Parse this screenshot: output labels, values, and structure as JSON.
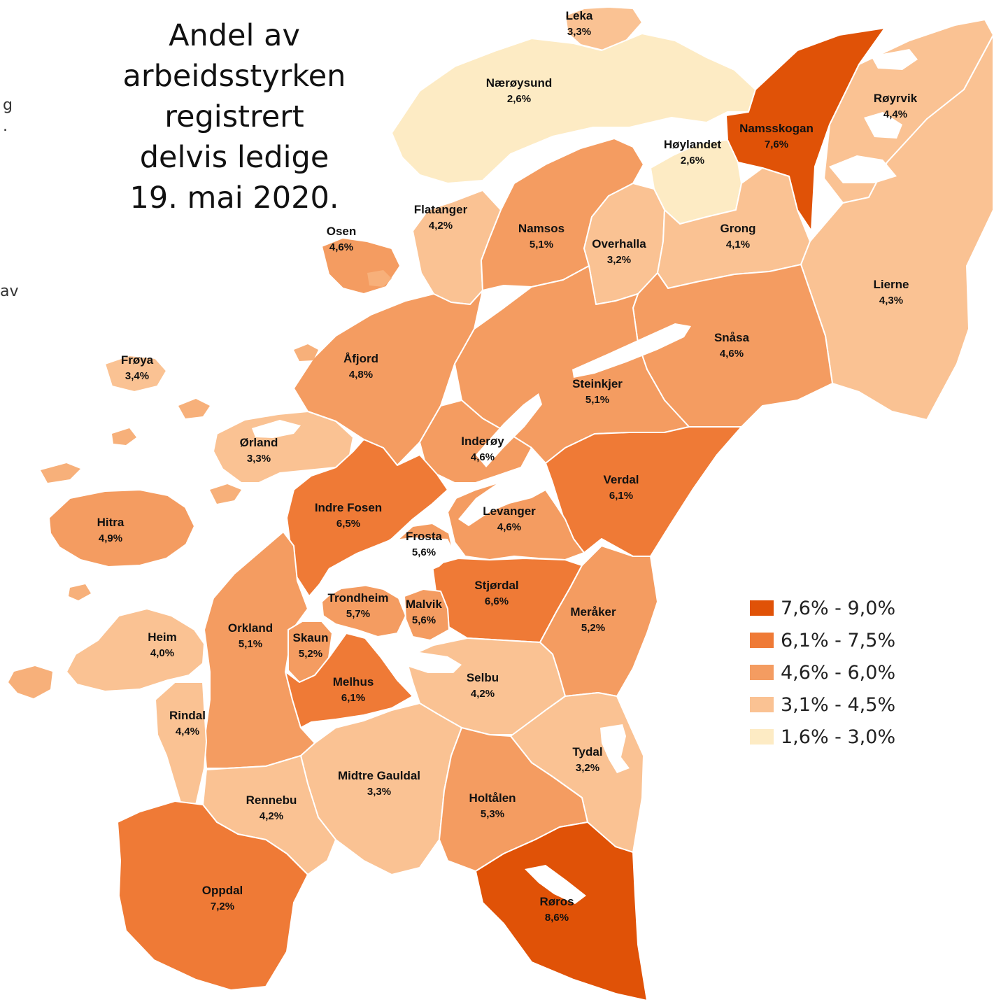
{
  "title_lines": [
    "Andel av",
    "arbeidsstyrken",
    "registrert",
    "delvis ledige",
    "19. mai 2020."
  ],
  "edge_fragments": [
    "g",
    ".",
    "av"
  ],
  "legend": [
    {
      "label": "7,6% - 9,0%",
      "color": "#e05207"
    },
    {
      "label": "6,1% - 7,5%",
      "color": "#ef7a36"
    },
    {
      "label": "4,6% - 6,0%",
      "color": "#f49c61"
    },
    {
      "label": "3,1% - 4,5%",
      "color": "#fac293"
    },
    {
      "label": "1,6% - 3,0%",
      "color": "#fdebc4"
    }
  ],
  "municipalities": [
    {
      "name": "Leka",
      "value": "3,3%"
    },
    {
      "name": "Nærøysund",
      "value": "2,6%"
    },
    {
      "name": "Røyrvik",
      "value": "4,4%"
    },
    {
      "name": "Namsskogan",
      "value": "7,6%"
    },
    {
      "name": "Høylandet",
      "value": "2,6%"
    },
    {
      "name": "Flatanger",
      "value": "4,2%"
    },
    {
      "name": "Osen",
      "value": "4,6%"
    },
    {
      "name": "Namsos",
      "value": "5,1%"
    },
    {
      "name": "Overhalla",
      "value": "3,2%"
    },
    {
      "name": "Grong",
      "value": "4,1%"
    },
    {
      "name": "Lierne",
      "value": "4,3%"
    },
    {
      "name": "Snåsa",
      "value": "4,6%"
    },
    {
      "name": "Åfjord",
      "value": "4,8%"
    },
    {
      "name": "Frøya",
      "value": "3,4%"
    },
    {
      "name": "Steinkjer",
      "value": "5,1%"
    },
    {
      "name": "Ørland",
      "value": "3,3%"
    },
    {
      "name": "Inderøy",
      "value": "4,6%"
    },
    {
      "name": "Verdal",
      "value": "6,1%"
    },
    {
      "name": "Indre Fosen",
      "value": "6,5%"
    },
    {
      "name": "Levanger",
      "value": "4,6%"
    },
    {
      "name": "Hitra",
      "value": "4,9%"
    },
    {
      "name": "Frosta",
      "value": "5,6%"
    },
    {
      "name": "Stjørdal",
      "value": "6,6%"
    },
    {
      "name": "Trondheim",
      "value": "5,7%"
    },
    {
      "name": "Malvik",
      "value": "5,6%"
    },
    {
      "name": "Meråker",
      "value": "5,2%"
    },
    {
      "name": "Orkland",
      "value": "5,1%"
    },
    {
      "name": "Heim",
      "value": "4,0%"
    },
    {
      "name": "Skaun",
      "value": "5,2%"
    },
    {
      "name": "Melhus",
      "value": "6,1%"
    },
    {
      "name": "Selbu",
      "value": "4,2%"
    },
    {
      "name": "Rindal",
      "value": "4,4%"
    },
    {
      "name": "Tydal",
      "value": "3,2%"
    },
    {
      "name": "Midtre Gauldal",
      "value": "3,3%"
    },
    {
      "name": "Holtålen",
      "value": "5,3%"
    },
    {
      "name": "Rennebu",
      "value": "4,2%"
    },
    {
      "name": "Oppdal",
      "value": "7,2%"
    },
    {
      "name": "Røros",
      "value": "8,6%"
    }
  ]
}
